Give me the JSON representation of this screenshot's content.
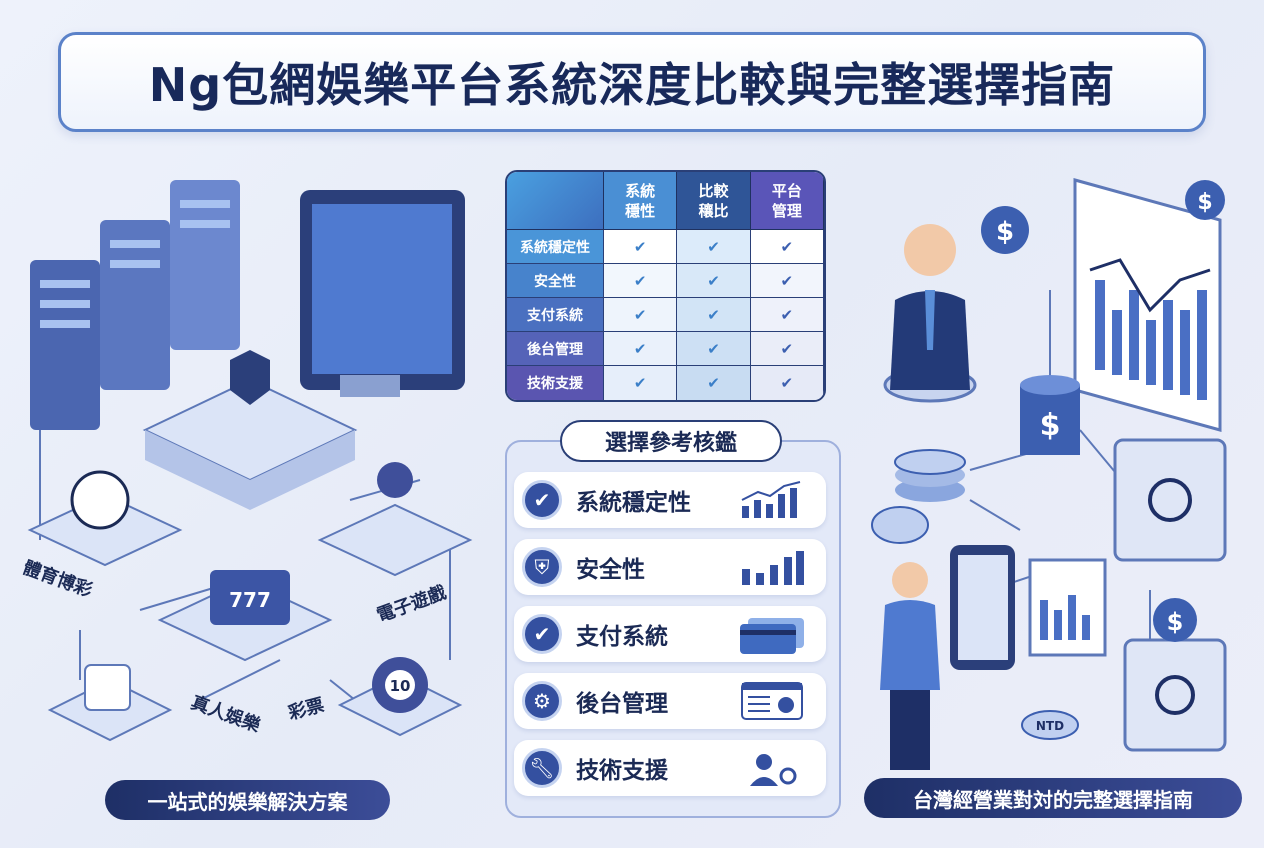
{
  "title": "Ng包網娛樂平台系統深度比較與完整選擇指南",
  "table": {
    "headers": [
      "系統\n穩性",
      "比較\n穰比",
      "平台\n管理"
    ],
    "header_colors": [
      "#4a8fd4",
      "#2f5597",
      "#5a55b8"
    ],
    "rows": [
      {
        "label": "系統穩定性",
        "checks": [
          "✔",
          "✔",
          "✔"
        ]
      },
      {
        "label": "安全性",
        "checks": [
          "✔",
          "✔",
          "✔"
        ]
      },
      {
        "label": "支付系統",
        "checks": [
          "✔",
          "✔",
          "✔"
        ]
      },
      {
        "label": "後台管理",
        "checks": [
          "✔",
          "✔",
          "✔"
        ]
      },
      {
        "label": "技術支援",
        "checks": [
          "✔",
          "✔",
          "✔"
        ]
      }
    ]
  },
  "guide": {
    "title": "選擇參考核鑑",
    "items": [
      {
        "label": "系統穩定性",
        "icon": "check-icon"
      },
      {
        "label": "安全性",
        "icon": "shield-check-icon"
      },
      {
        "label": "支付系統",
        "icon": "check-icon"
      },
      {
        "label": "後台管理",
        "icon": "gear-icon"
      },
      {
        "label": "技術支援",
        "icon": "wrench-icon"
      }
    ]
  },
  "left": {
    "labels": {
      "sports": "體育博彩",
      "egames": "電子遊戲",
      "live": "真人娛樂",
      "lottery": "彩票"
    },
    "slot": "777",
    "ball": "10",
    "caption": "一站式的娛樂解決方案"
  },
  "right": {
    "coin_symbol": "$",
    "ntd": "NTD",
    "caption": "台灣經營業對対的完整選擇指南"
  }
}
